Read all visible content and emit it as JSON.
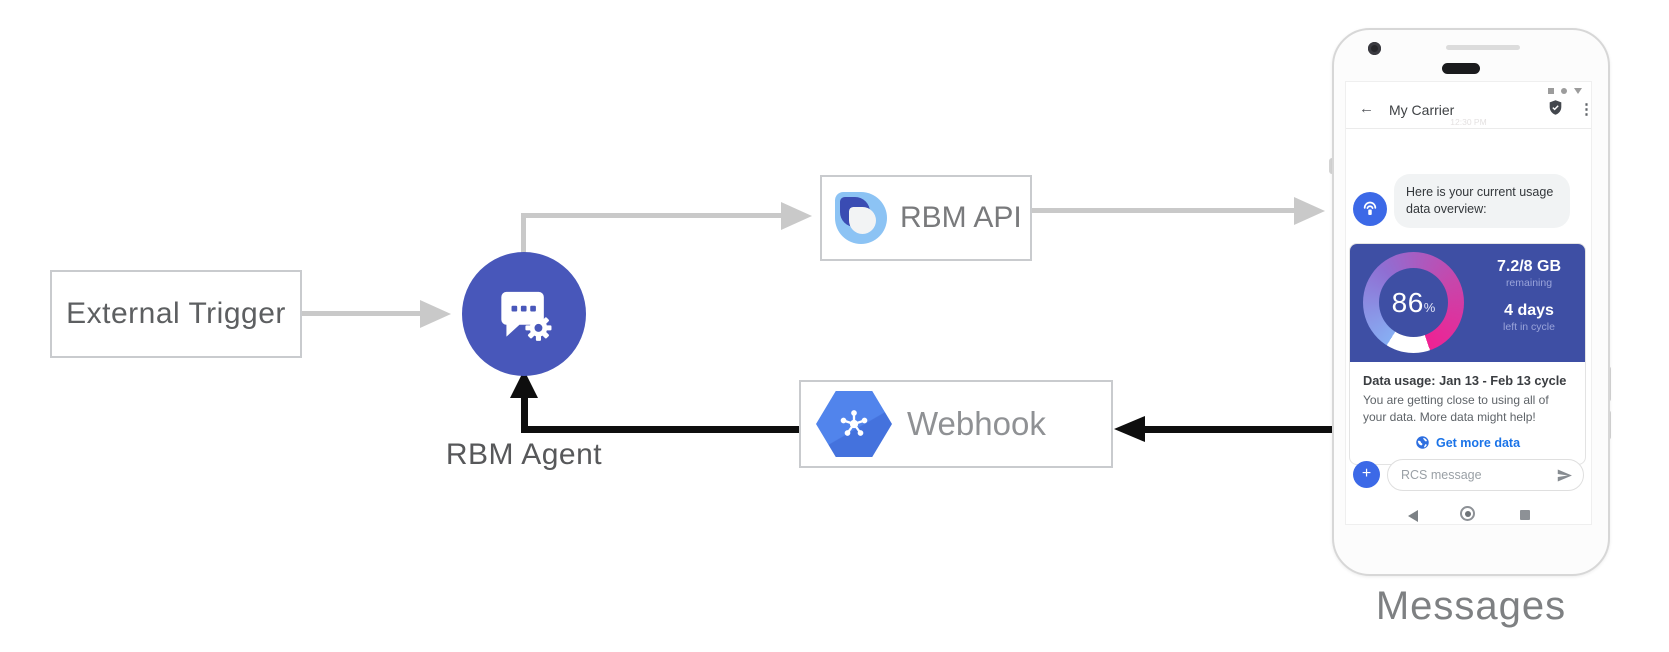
{
  "colors": {
    "agent_circle_blue": "#4857ba",
    "card_indigo": "#3e4fa4",
    "avatar_blue": "#3c69e7",
    "link_blue": "#1a73e8",
    "gauge_pink": "#ef2293",
    "gauge_light_blue": "#87aef3",
    "hexagon_blue": "#4b7ce9",
    "rcs_logo_light_blue": "#8cc3f4",
    "rcs_logo_dark_blue": "#3a4cb3",
    "gray_arrow": "#c9c9c9",
    "black_arrow": "#0e0e0e"
  },
  "diagram": {
    "external_trigger_label": "External Trigger",
    "rbm_agent_label": "RBM Agent",
    "rbm_api_label": "RBM API",
    "webhook_label": "Webhook",
    "phone_caption": "Messages"
  },
  "phone": {
    "header": {
      "back_glyph": "←",
      "title": "My Carrier",
      "menu_glyph": "⋮"
    },
    "timestamp": "12:30 PM",
    "bubble_text": "Here is your current usage data overview:",
    "usage_card": {
      "percent": "86",
      "percent_unit": "%",
      "remaining_value": "7.2/8 GB",
      "remaining_label": "remaining",
      "days_value": "4 days",
      "days_label": "left in cycle",
      "title": "Data usage: Jan 13 - Feb 13 cycle",
      "body": "You are getting close to using all of your data. More data might help!",
      "action_label": "Get more data"
    },
    "compose": {
      "plus_glyph": "+",
      "placeholder": "RCS message"
    }
  }
}
